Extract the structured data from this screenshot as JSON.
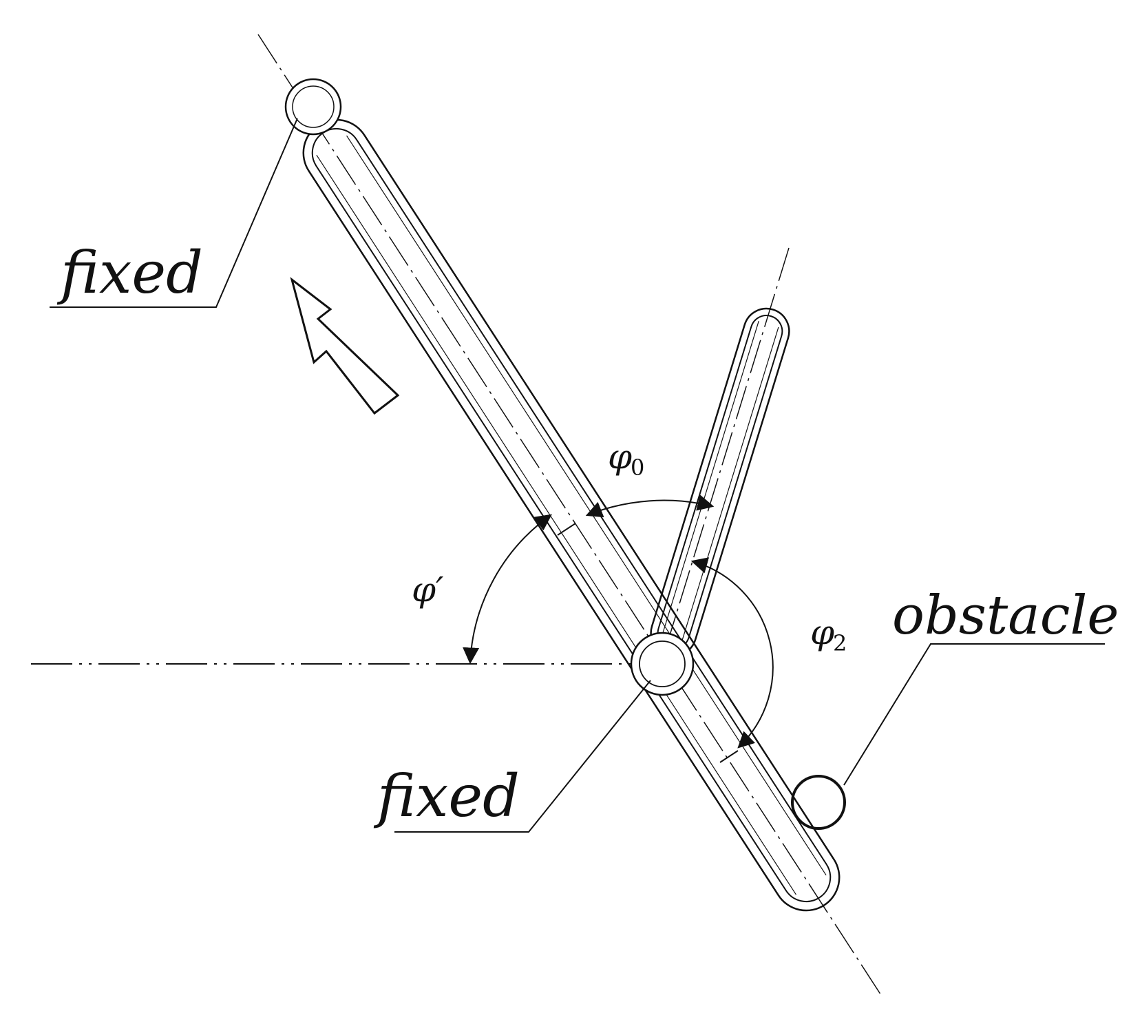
{
  "labels": {
    "fixed_top": "fixed",
    "fixed_center": "fixed",
    "obstacle": "obstacle",
    "phi_prime": "φ′",
    "phi0_symbol": "φ",
    "phi0_sub": "0",
    "phi2_symbol": "φ",
    "phi2_sub": "2"
  },
  "colors": {
    "stroke": "#111111",
    "background": "#ffffff"
  }
}
